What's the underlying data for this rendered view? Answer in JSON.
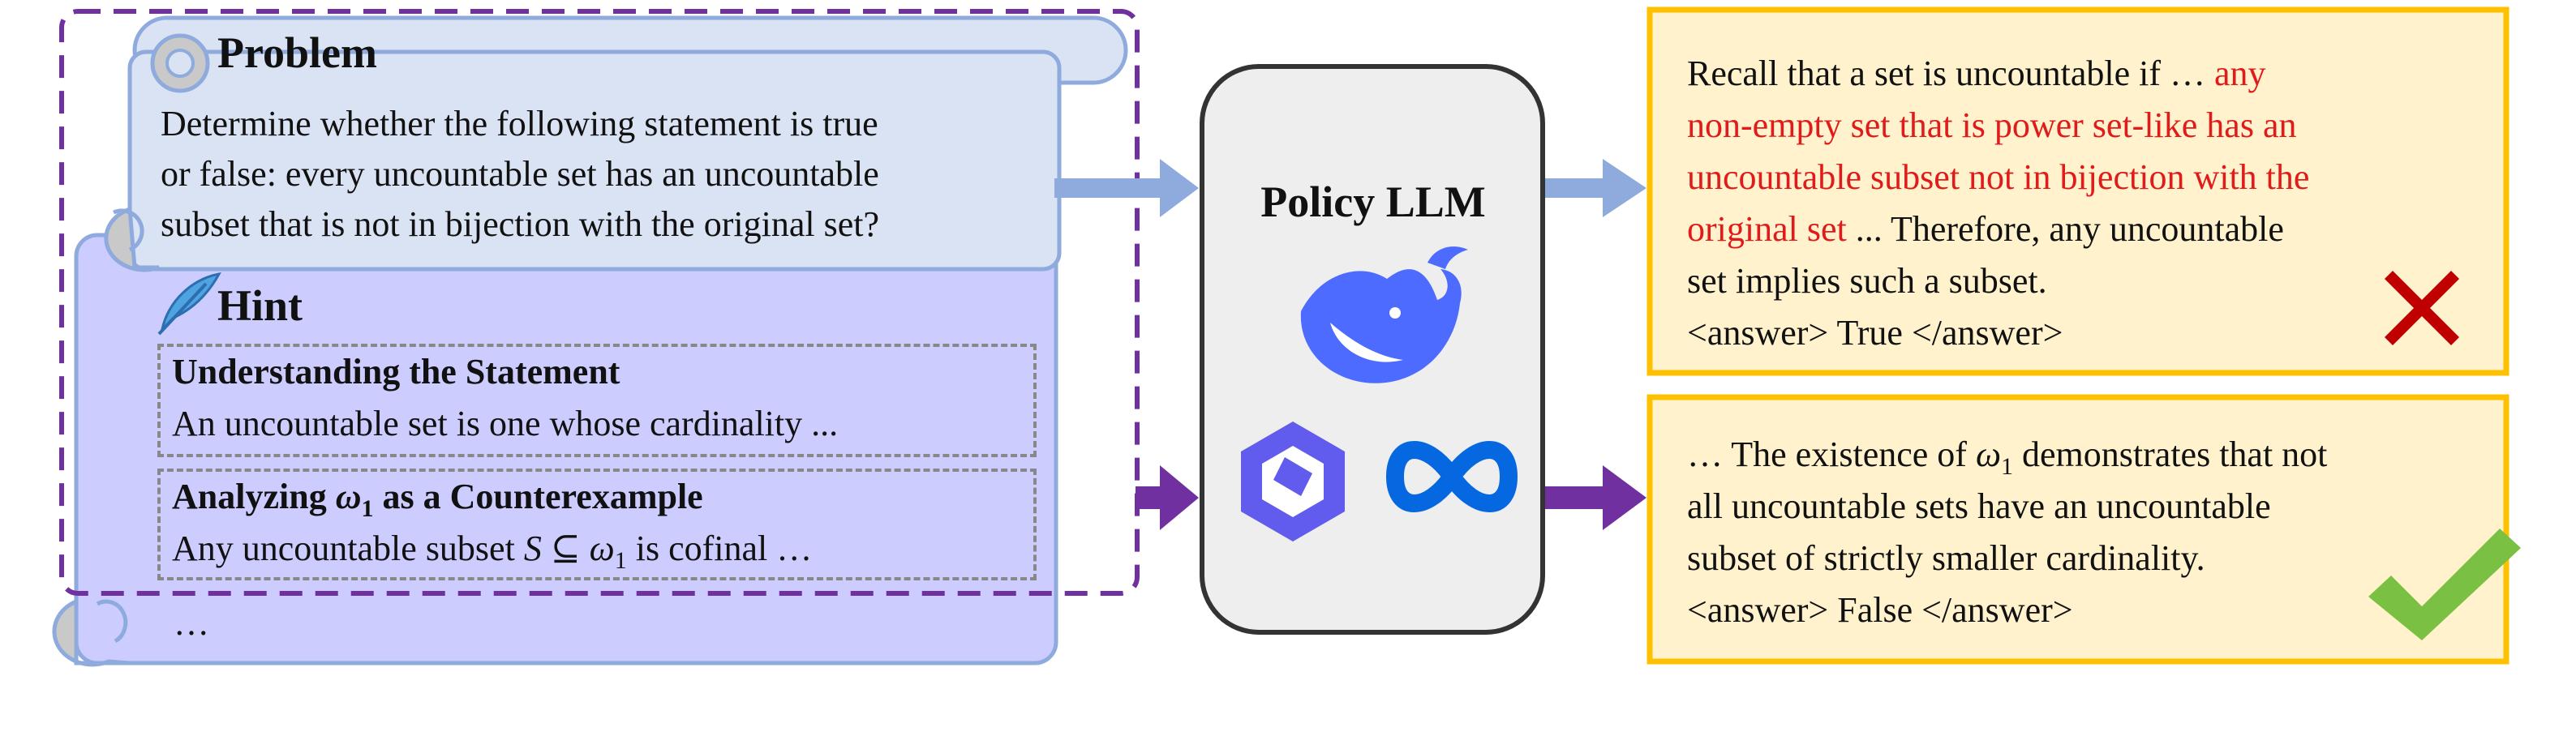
{
  "problem": {
    "title": "Problem",
    "text": [
      "Determine whether the following statement is true",
      "or false: every uncountable set has an uncountable",
      "subset that is not in bijection with the original set?"
    ]
  },
  "hint": {
    "title": "Hint",
    "sections": [
      {
        "heading": "Understanding the Statement",
        "body": "An uncountable set is one whose cardinality ..."
      },
      {
        "heading_pre": "Analyzing ",
        "heading_math": "ω",
        "heading_sub": "1",
        "heading_post": " as a Counterexample",
        "body_pre": "Any uncountable subset ",
        "body_math": "S ⊆ ω",
        "body_sub": "1",
        "body_post": " is cofinal …"
      }
    ],
    "ellipsis": "…"
  },
  "policy": {
    "title": "Policy LLM",
    "logos": [
      "deepseek-whale-icon",
      "qwen-icon",
      "meta-infinity-icon"
    ]
  },
  "output_wrong": {
    "line1_black": "Recall that a set is uncountable if … ",
    "line1_red": "any",
    "line2_red": "non-empty set that is power set-like has an",
    "line3_red": "uncountable subset not in bijection with the",
    "line4_red": "original set",
    "line4_black": " ... Therefore, any uncountable",
    "line5": "set implies such a subset.",
    "line6": "<answer> True </answer>"
  },
  "output_right": {
    "line1_pre": "… The existence of ",
    "line1_math": "ω",
    "line1_sub": "1",
    "line1_post": " demonstrates that not",
    "line2": "all uncountable sets have an uncountable",
    "line3": "subset of strictly smaller cardinality.",
    "line4": "<answer> False </answer>"
  },
  "colors": {
    "problem_fill": "#dae3f3",
    "problem_border": "#8faadc",
    "hint_fill": "#ccccff",
    "purple": "#7030a0",
    "blue_arrow": "#8faadc",
    "output_fill": "#fff2cc",
    "output_border": "#ffc000",
    "policy_fill": "#eeeeee",
    "wrong": "#c00000",
    "right": "#7ac143"
  }
}
